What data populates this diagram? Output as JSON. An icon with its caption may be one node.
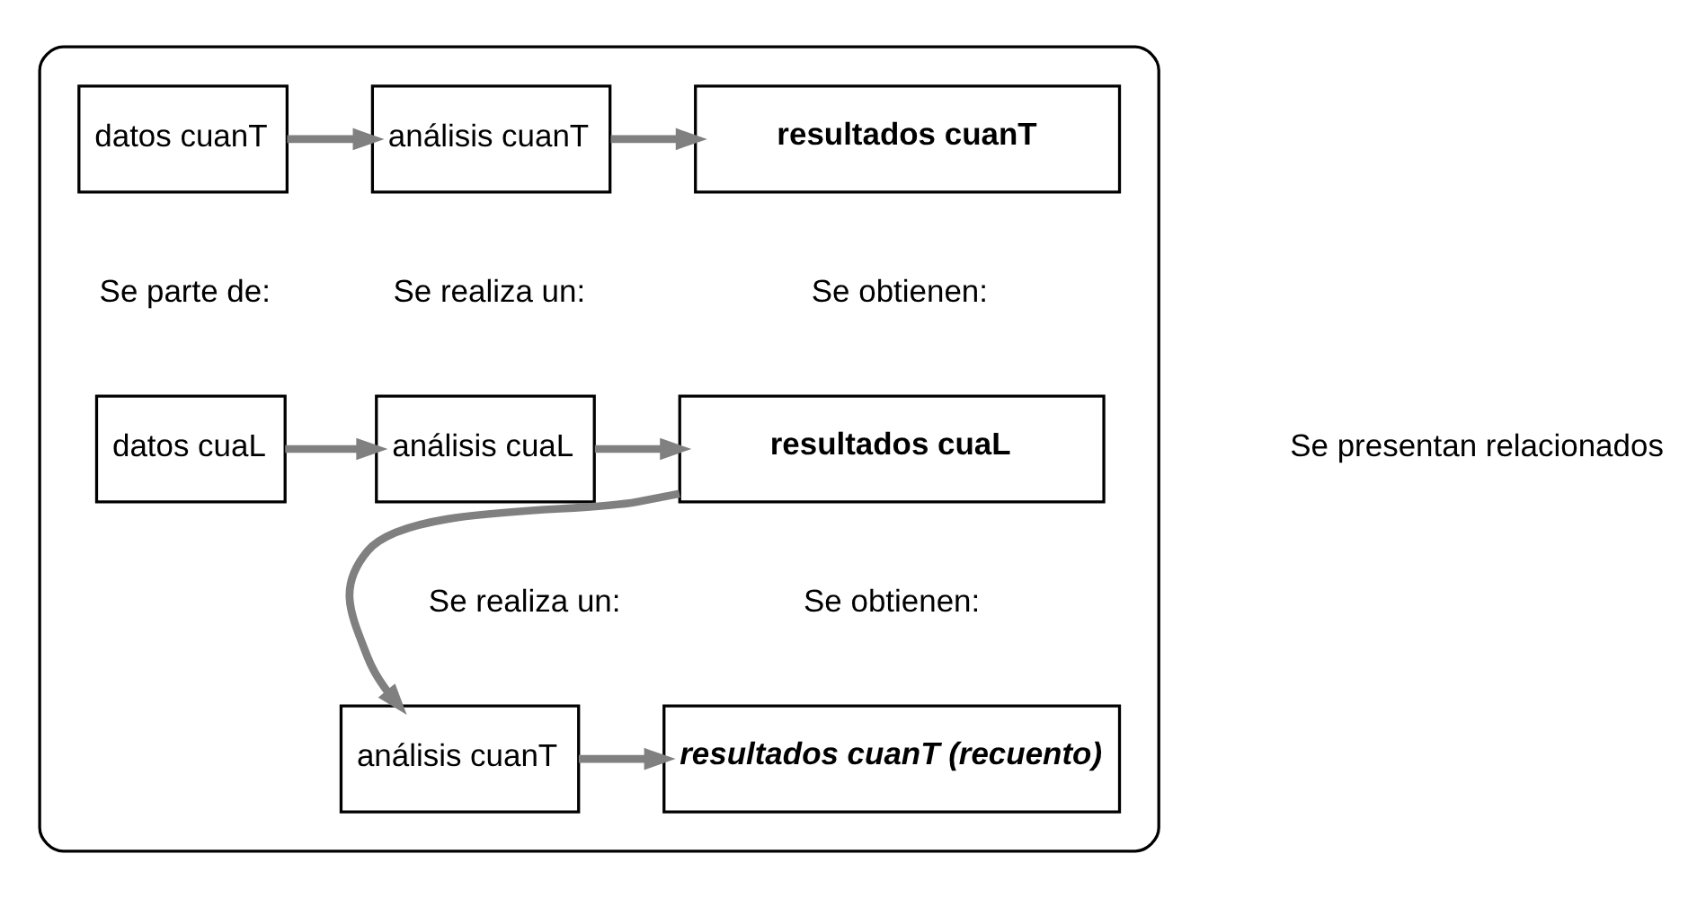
{
  "diagram": {
    "nodes": [
      {
        "text": [],
        "shape": "box"
      },
      {
        "text": [
          "datos cuanT"
        ],
        "in": 0
      },
      {
        "text": [
          "análisis cuanT"
        ],
        "in": 0
      },
      {
        "text": [
          "resultados cuanT"
        ],
        "in": 0
      },
      {
        "text": [
          "datos cuaL"
        ],
        "in": 0
      },
      {
        "text": [
          "análisis cuaL"
        ],
        "in": 0
      },
      {
        "text": [
          "resultados cuaL"
        ],
        "in": 0
      },
      {
        "text": [
          "análisis cuanT"
        ],
        "in": 0
      },
      {
        "text": [
          "resultados cuanT (recuento)"
        ],
        "in": 0
      }
    ],
    "edges": [
      {
        "from": 1,
        "to": 2,
        "arrow": "to"
      },
      {
        "from": 2,
        "to": 3,
        "arrow": "to"
      },
      {
        "from": 4,
        "to": 5,
        "arrow": "to"
      },
      {
        "from": 5,
        "to": 6,
        "arrow": "to"
      },
      {
        "from": 6,
        "to": 7,
        "arrow": "to"
      },
      {
        "from": 7,
        "to": 8,
        "arrow": "to"
      }
    ],
    "labels": [
      "Se parte de:",
      "Se realiza un:",
      "Se obtienen:",
      "Se realiza un:",
      "Se obtienen:",
      "Se presentan relacionados"
    ]
  }
}
